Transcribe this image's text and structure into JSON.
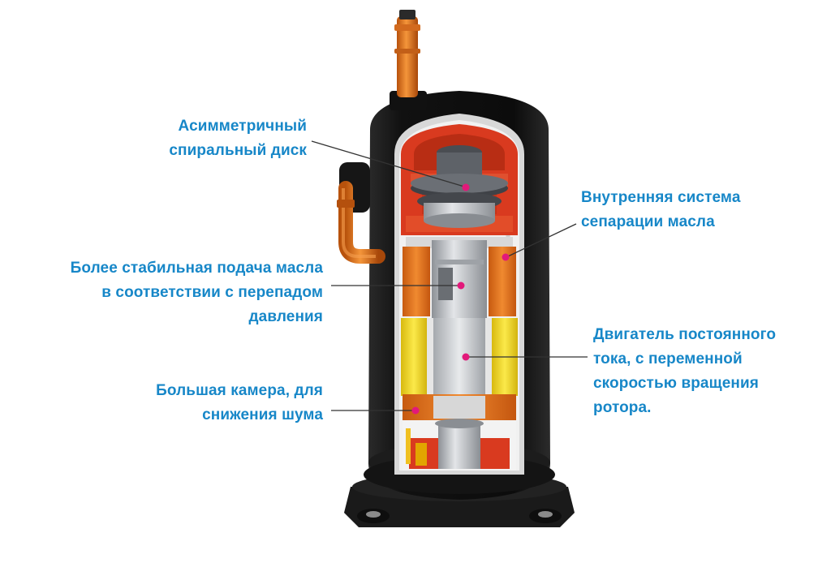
{
  "colors": {
    "label_text": "#1787c8",
    "leader_line": "#333333",
    "marker": "#e2197a",
    "shell": "#151515",
    "scroll_red": "#d93a1f",
    "stator_orange": "#e8761e",
    "winding_yellow": "#f2dc2a",
    "steel_grey": "#b9bcc0"
  },
  "labels": {
    "scroll": "Асимметричный\nспиральный диск",
    "oil_feed": "Более стабильная подача масла\nв соответствии с перепадом\nдавления",
    "chamber": "Большая камера, для\nснижения шума",
    "separation": "Внутренняя система\nсепарации масла",
    "motor": "Двигатель постоянного\nтока, с переменной\nскоростью вращения\nротора."
  }
}
